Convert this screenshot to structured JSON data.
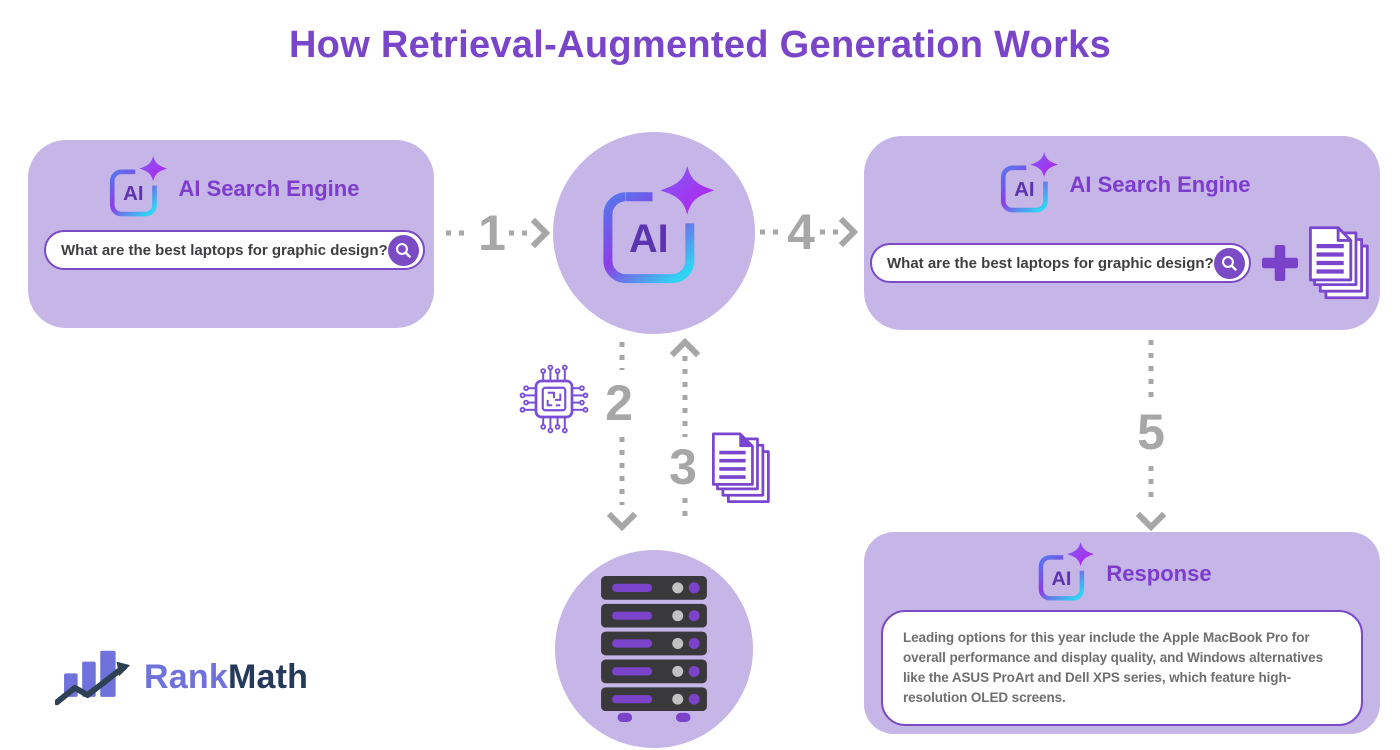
{
  "title": "How Retrieval-Augmented Generation Works",
  "ai_badge": "AI",
  "left_panel": {
    "header": "AI Search Engine",
    "query": "What are the best laptops for graphic design?"
  },
  "right_panel": {
    "header": "AI Search Engine",
    "query": "What are the best laptops for graphic design?"
  },
  "response_panel": {
    "header": "Response",
    "body": "Leading options for this year include the Apple MacBook Pro for overall performance and display quality, and Windows alternatives like the ASUS ProArt and Dell XPS series, which feature high-resolution OLED screens."
  },
  "steps": [
    "1",
    "2",
    "3",
    "4",
    "5"
  ],
  "logo": {
    "rank": "Rank",
    "math": "Math"
  },
  "icons": {
    "ai_model": "ai-badge-icon",
    "sparkle": "sparkle-icon",
    "search": "search-icon",
    "plus": "plus-icon",
    "documents": "documents-icon",
    "chip": "chip-icon",
    "server": "server-icon",
    "logo_chart": "rankmath-chart-icon"
  },
  "colors": {
    "panel": "#c6b5e7",
    "title": "#7a46c9",
    "header_label": "#7d3ccb",
    "search_border": "#7a4bc5",
    "arrow": "#a7a7a7",
    "query_text": "#3f3f41",
    "response_text": "#6f6f71",
    "server_dark": "#39393b",
    "icon_purple": "#7a46cf",
    "logo_rank": "#6f72db",
    "logo_math": "#25395b"
  }
}
